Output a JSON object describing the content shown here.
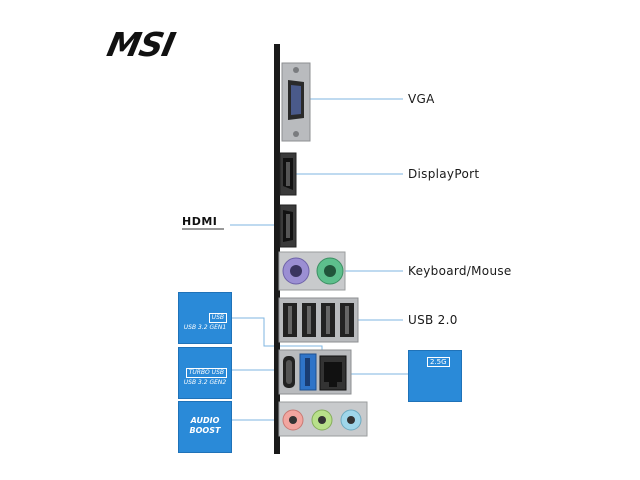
{
  "brand": {
    "logo_text": "MSI",
    "hdmi_logo": "HDMI"
  },
  "ports": [
    {
      "label": "VGA"
    },
    {
      "label": "DisplayPort"
    },
    {
      "label": "Keyboard/Mouse"
    },
    {
      "label": "USB 2.0"
    }
  ],
  "badges": {
    "usb_gen1": {
      "tag": "USB",
      "line": "USB 3.2 GEN1"
    },
    "usb_gen2": {
      "tag": "TURBO USB",
      "line": "USB 3.2 GEN2"
    },
    "audio": {
      "line1": "AUDIO",
      "line2": "BOOST"
    },
    "lan": {
      "speed": "2.5G"
    }
  },
  "colors": {
    "accent_blue": "#2a8ad8",
    "leader_line": "#7fb6e0",
    "panel_black": "#1a1a1a",
    "metal_gray": "#b9bbbe",
    "ps2_purple": "#9b8fd3",
    "ps2_green": "#5dbf8c",
    "usb3_blue": "#2f74c8"
  }
}
